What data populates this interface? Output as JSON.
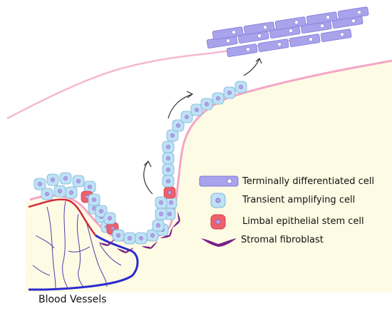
{
  "legend": {
    "items": [
      {
        "id": "terminal",
        "label": "Terminally differentiated cell"
      },
      {
        "id": "transient",
        "label": "Transient amplifying cell"
      },
      {
        "id": "stem",
        "label": "Limbal epithelial stem cell"
      },
      {
        "id": "fibroblast",
        "label": "Stromal fibroblast"
      }
    ]
  },
  "caption": {
    "blood_vessels": "Blood Vessels"
  },
  "colors": {
    "stroma": "#fdfbe4",
    "basement_membrane": "#f4a6c6",
    "transient_fill": "#bfe1f5",
    "transient_stroke": "#7ab6d9",
    "nucleus": "#b6a0e8",
    "stem_fill": "#f0606a",
    "terminal_fill": "#a9a3ec",
    "terminal_stroke": "#7f78d6",
    "fibroblast": "#7a1f88",
    "vessel_red": "#d42a3a",
    "vessel_blue": "#2a2ad0",
    "vessel_purple": "#5b3aa8"
  }
}
